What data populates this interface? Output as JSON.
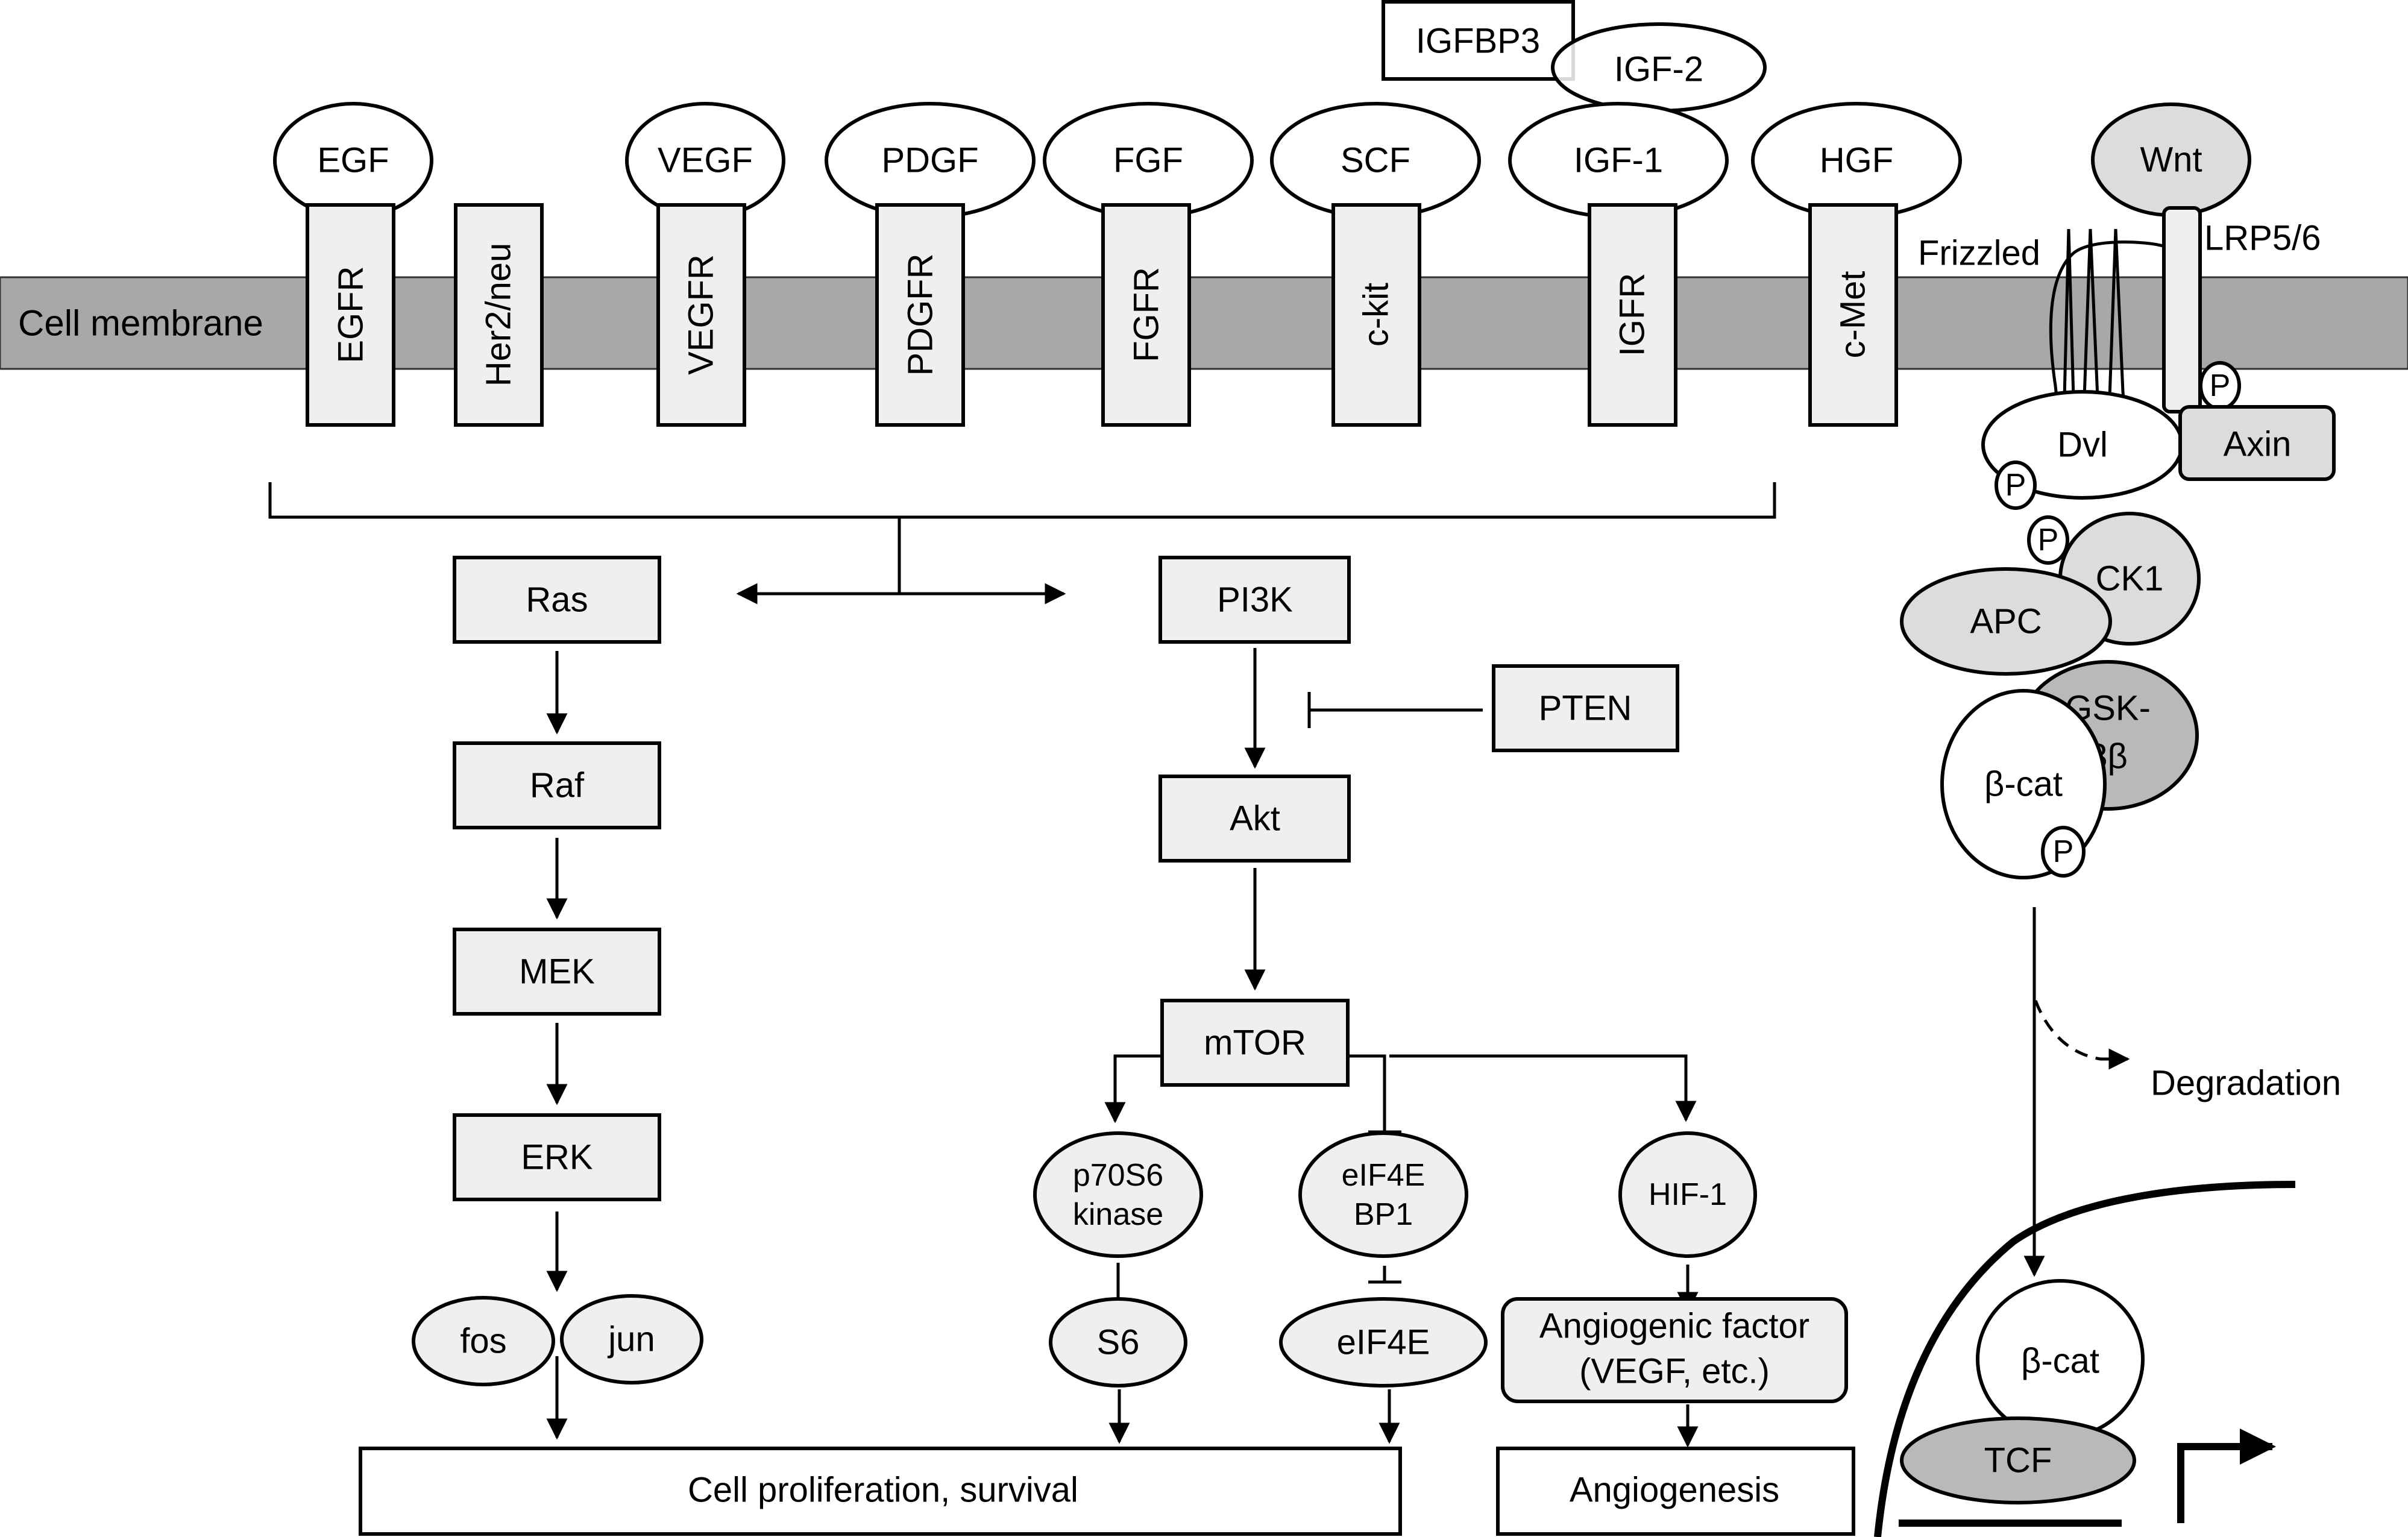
{
  "membrane": {
    "label": "Cell membrane",
    "color": "#a8a8a8"
  },
  "ligands": [
    {
      "id": "egf",
      "label": "EGF"
    },
    {
      "id": "vegf",
      "label": "VEGF"
    },
    {
      "id": "pdgf",
      "label": "PDGF"
    },
    {
      "id": "fgf",
      "label": "FGF"
    },
    {
      "id": "scf",
      "label": "SCF"
    },
    {
      "id": "igf1",
      "label": "IGF-1"
    },
    {
      "id": "hgf",
      "label": "HGF"
    },
    {
      "id": "igf2",
      "label": "IGF-2"
    }
  ],
  "igfbp3": {
    "label": "IGFBP3"
  },
  "receptors": [
    {
      "id": "egfr",
      "label": "EGFR"
    },
    {
      "id": "her2",
      "label": "Her2/neu"
    },
    {
      "id": "vegfr",
      "label": "VEGFR"
    },
    {
      "id": "pdgfr",
      "label": "PDGFR"
    },
    {
      "id": "fgfr",
      "label": "FGFR"
    },
    {
      "id": "ckit",
      "label": "c-kit"
    },
    {
      "id": "igfr",
      "label": "IGFR"
    },
    {
      "id": "cmet",
      "label": "c-Met"
    }
  ],
  "mapk_pathway": {
    "ras": "Ras",
    "raf": "Raf",
    "mek": "MEK",
    "erk": "ERK",
    "fos": "fos",
    "jun": "jun"
  },
  "pi3k_pathway": {
    "pi3k": "PI3K",
    "pten": "PTEN",
    "akt": "Akt",
    "mtor": "mTOR",
    "p70s6_line1": "p70S6",
    "p70s6_line2": "kinase",
    "eif4ebp1_line1": "eIF4E",
    "eif4ebp1_line2": "BP1",
    "hif1": "HIF-1",
    "s6": "S6",
    "eif4e": "eIF4E",
    "angio_factor_line1": "Angiogenic factor",
    "angio_factor_line2": "(VEGF, etc.)"
  },
  "outcomes": {
    "proliferation": "Cell proliferation, survival",
    "angiogenesis": "Angiogenesis"
  },
  "wnt_pathway": {
    "wnt": "Wnt",
    "frizzled": "Frizzled",
    "lrp": "LRP5/6",
    "dvl": "Dvl",
    "axin": "Axin",
    "apc": "APC",
    "ck1": "CK1",
    "gsk_line1": "GSK-",
    "gsk_line2": "3β",
    "bcat": "β-cat",
    "phospho": "P",
    "degradation": "Degradation",
    "nuclear_bcat": "β-cat",
    "tcf": "TCF"
  }
}
